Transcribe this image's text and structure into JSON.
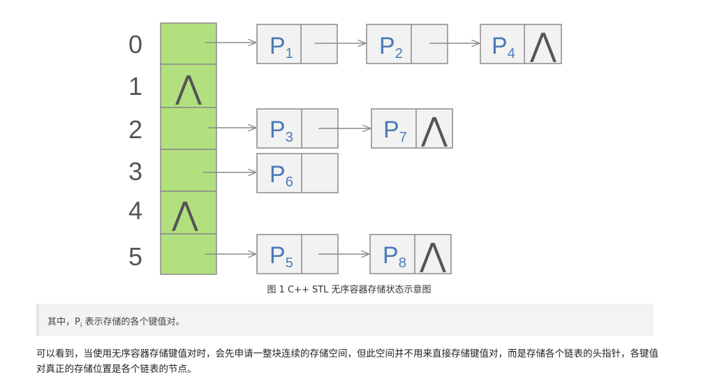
{
  "bucket_indices": [
    "0",
    "1",
    "2",
    "3",
    "4",
    "5"
  ],
  "null_symbol": "⋀",
  "nodes": [
    {
      "letter": "P",
      "sub": "1"
    },
    {
      "letter": "P",
      "sub": "2"
    },
    {
      "letter": "P",
      "sub": "4"
    },
    {
      "letter": "P",
      "sub": "3"
    },
    {
      "letter": "P",
      "sub": "7"
    },
    {
      "letter": "P",
      "sub": "6"
    },
    {
      "letter": "P",
      "sub": "5"
    },
    {
      "letter": "P",
      "sub": "8"
    }
  ],
  "caption": "图 1 C++ STL 无序容器存储状态示意图",
  "note": {
    "prefix": "其中，",
    "symbol": "P",
    "sub": "i",
    "suffix": " 表示存储的各个键值对。"
  },
  "paragraph": "可以看到，当使用无序容器存储键值对时，会先申请一整块连续的存储空间，但此空间并不用来直接存储键值对，而是存储各个链表的头指针，各键值对真正的存储位置是各个链表的节点。",
  "colors": {
    "bucket_fill": "#b3e07f",
    "stroke": "#8a8a8a",
    "label": "#4a7ab8",
    "index": "#555555"
  }
}
